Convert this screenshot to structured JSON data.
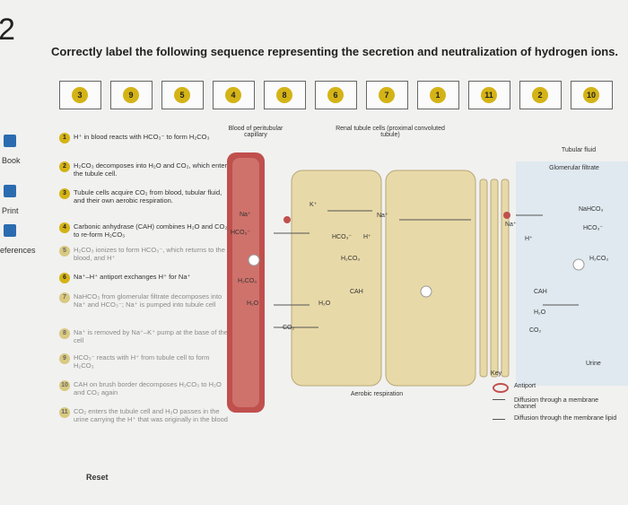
{
  "question_number": "2",
  "title": "Correctly label the following sequence representing the secretion and neutralization of hydrogen ions.",
  "left_nav": [
    {
      "label": "Book",
      "icon": "book-icon",
      "color": "#2b6cb0"
    },
    {
      "label": "Print",
      "icon": "printer-icon",
      "color": "#2b6cb0"
    },
    {
      "label": "eferences",
      "icon": "references-icon",
      "color": "#2b6cb0"
    }
  ],
  "slots": [
    {
      "number": "3"
    },
    {
      "number": "9"
    },
    {
      "number": "5"
    },
    {
      "number": "4"
    },
    {
      "number": "8"
    },
    {
      "number": "6"
    },
    {
      "number": "7"
    },
    {
      "number": "1"
    },
    {
      "number": "11"
    },
    {
      "number": "2"
    },
    {
      "number": "10"
    }
  ],
  "steps": [
    {
      "number": "1",
      "text": "H⁺ in blood reacts with HCO₃⁻ to form H₂CO₃",
      "faded": false
    },
    {
      "number": "2",
      "text": "H₂CO₃ decomposes into H₂O and CO₂, which enter the tubule cell.",
      "faded": false
    },
    {
      "number": "3",
      "text": "Tubule cells acquire CO₂ from blood, tubular fluid, and their own aerobic respiration.",
      "faded": false
    },
    {
      "number": "4",
      "text": "Carbonic anhydrase (CAH) combines H₂O and CO₂ to re-form H₂CO₃",
      "faded": false
    },
    {
      "number": "5",
      "text": "H₂CO₃ ionizes to form HCO₃⁻, which returns to the blood, and H⁺",
      "faded": true
    },
    {
      "number": "6",
      "text": "Na⁺–H⁺ antiport exchanges H⁺ for Na⁺",
      "faded": false
    },
    {
      "number": "7",
      "text": "NaHCO₃ from glomerular filtrate decomposes into Na⁺ and HCO₃⁻; Na⁺ is pumped into tubule cell",
      "faded": true
    },
    {
      "number": "8",
      "text": "Na⁺ is removed by Na⁺–K⁺ pump at the base of the cell",
      "faded": true
    },
    {
      "number": "9",
      "text": "HCO₃⁻ reacts with H⁺ from tubule cell to form H₂CO₃",
      "faded": true
    },
    {
      "number": "10",
      "text": "CAH on brush border decomposes H₂CO₃ to H₂O and CO₂ again",
      "faded": true
    },
    {
      "number": "11",
      "text": "CO₂ enters the tubule cell and H₂O passes in the urine carrying the H⁺ that was originally in the blood",
      "faded": true
    }
  ],
  "reset_label": "Reset",
  "diagram": {
    "blood_label": "Blood of peritubular capillary",
    "renal_label": "Renal tubule cells (proximal convoluted tubule)",
    "fluid_label": "Tubular fluid",
    "glom_label": "Glomerular filtrate",
    "aerobic_label": "Aerobic respiration",
    "chem": {
      "na1": "Na⁺",
      "k1": "K⁺",
      "na2": "Na⁺",
      "na3": "Na⁺",
      "hco3_1": "HCO₃⁻",
      "hco3_2": "HCO₃⁻",
      "hco3_3": "HCO₃⁻",
      "h1": "H⁺",
      "h2": "H⁺",
      "h2co3_1": "H₂CO₃",
      "h2co3_2": "H₂CO₃",
      "h2co3_3": "H₂CO₃",
      "cah1": "CAH",
      "cah2": "CAH",
      "h2o1": "H₂O",
      "h2o2": "H₂O",
      "h2o3": "H₂O",
      "co2_1": "CO₂",
      "co2_2": "CO₂",
      "nahco3": "NaHCO₃",
      "urine": "Urine"
    }
  },
  "key": {
    "title": "Key",
    "items": [
      {
        "label": "Antiport"
      },
      {
        "label": "Diffusion through a membrane channel"
      },
      {
        "label": "Diffusion through the membrane lipid"
      }
    ]
  },
  "colors": {
    "chip": "#d4b316",
    "blood": "#c0504d",
    "cell": "#e8d9a8",
    "fluid": "#dfe9ef",
    "accent": "#2b6cb0"
  }
}
